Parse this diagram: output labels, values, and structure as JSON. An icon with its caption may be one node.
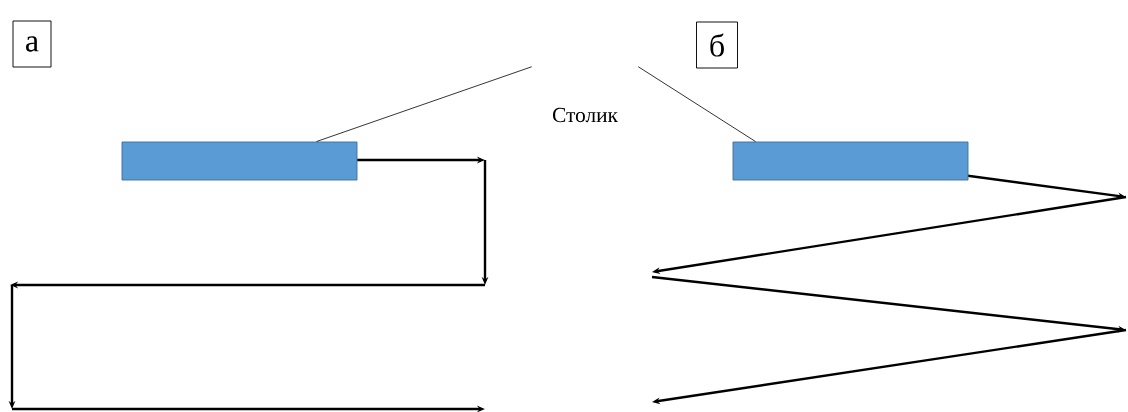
{
  "diagram": {
    "nodes": [
      {
        "text": [
          "а"
        ]
      },
      {
        "text": [
          "б"
        ]
      },
      {
        "text": [
          "Столик"
        ]
      },
      {
        "text": [],
        "shape": "bar"
      },
      {
        "text": [],
        "shape": "bar"
      }
    ],
    "edges": [
      {
        "from": 2,
        "to": 3,
        "arrow": "none"
      },
      {
        "from": 2,
        "to": 4,
        "arrow": "none"
      }
    ]
  }
}
